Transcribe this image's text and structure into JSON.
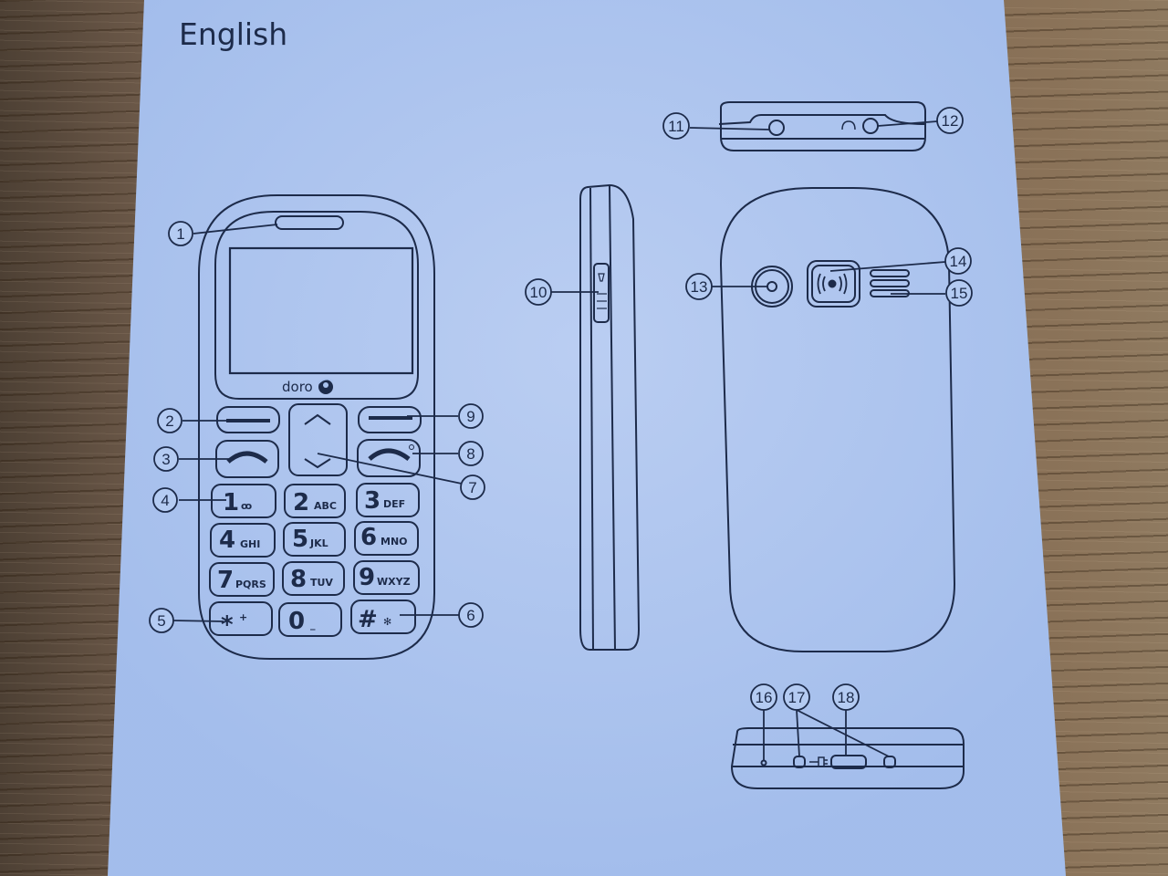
{
  "page": {
    "title": "English",
    "colors": {
      "paper": "#a9c2ee",
      "ink": "#1d2b4a",
      "wood": "#7a6450"
    }
  },
  "front_view": {
    "brand": "doro",
    "keys": [
      {
        "num": "1",
        "sub": "ꝏ"
      },
      {
        "num": "2",
        "sub": "ABC"
      },
      {
        "num": "3",
        "sub": "DEF"
      },
      {
        "num": "4",
        "sub": "GHI"
      },
      {
        "num": "5",
        "sub": "JKL"
      },
      {
        "num": "6",
        "sub": "MNO"
      },
      {
        "num": "7",
        "sub": "PQRS"
      },
      {
        "num": "8",
        "sub": "TUV"
      },
      {
        "num": "9",
        "sub": "WXYZ"
      },
      {
        "num": "*",
        "sub": "+"
      },
      {
        "num": "0",
        "sub": "_"
      },
      {
        "num": "#",
        "sub": "✻"
      }
    ]
  },
  "callouts": {
    "c1": "1",
    "c2": "2",
    "c3": "3",
    "c4": "4",
    "c5": "5",
    "c6": "6",
    "c7": "7",
    "c8": "8",
    "c9": "9",
    "c10": "10",
    "c11": "11",
    "c12": "12",
    "c13": "13",
    "c14": "14",
    "c15": "15",
    "c16": "16",
    "c17": "17",
    "c18": "18"
  }
}
